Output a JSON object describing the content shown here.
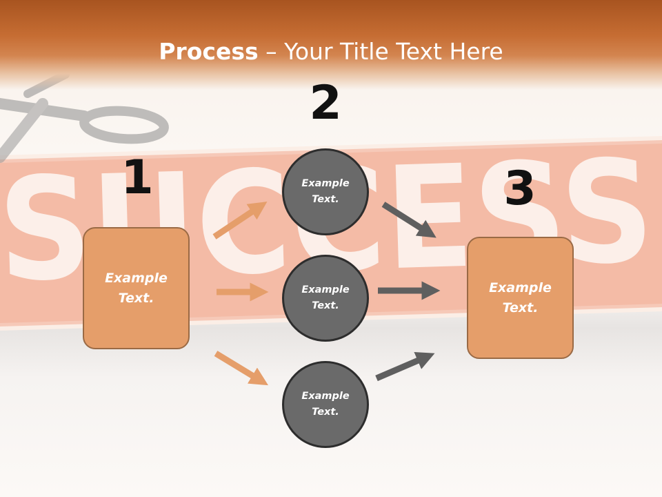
{
  "title": {
    "bold": "Process",
    "dash": " – ",
    "rest": "Your Title Text Here"
  },
  "background_word": "SUCCESS",
  "steps": [
    {
      "number": "1",
      "text": "Example\nText."
    },
    {
      "number": "2",
      "items": [
        "Example\nText.",
        "Example\nText.",
        "Example\nText."
      ]
    },
    {
      "number": "3",
      "text": "Example\nText."
    }
  ],
  "colors": {
    "header_orange": "#c66d33",
    "box_fill": "#e59e6a",
    "box_border": "#9a6a45",
    "circle_fill": "#6a6a6a",
    "circle_border": "#2d2d2d",
    "arrow_orange": "#e59e6a",
    "arrow_gray": "#5f5f5f",
    "banner_salmon": "#f6c2ae"
  },
  "background_icon": "scissors-icon"
}
